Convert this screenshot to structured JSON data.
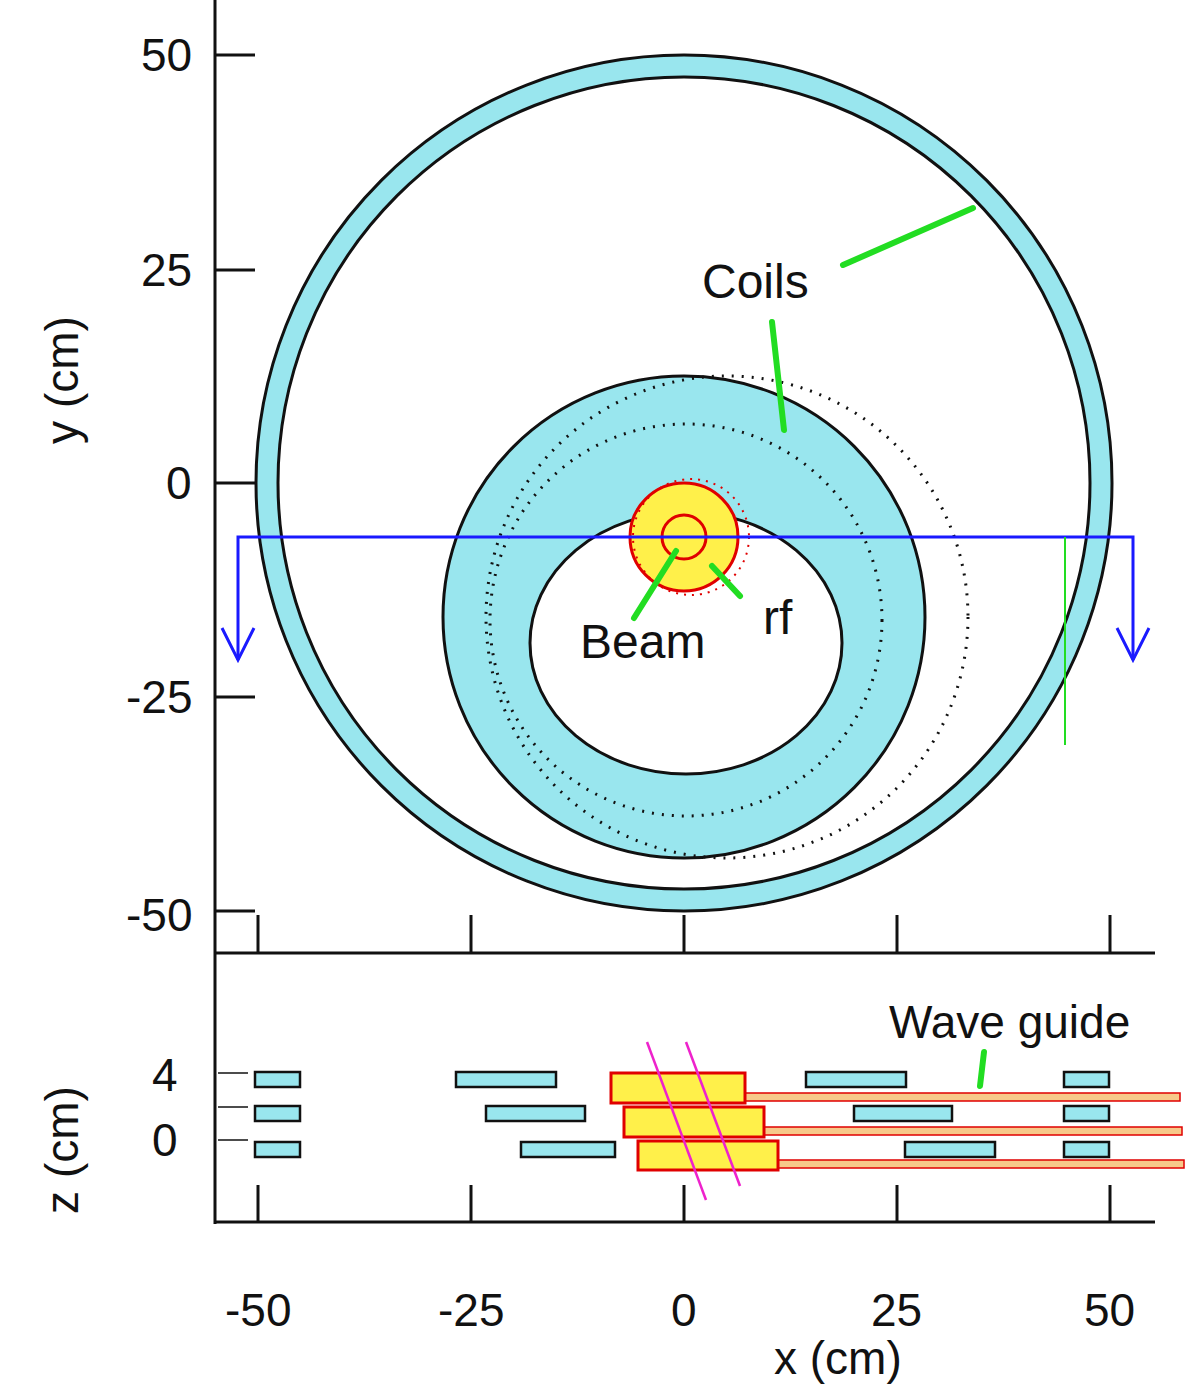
{
  "diagram": {
    "labels": [
      "50",
      "25",
      "0",
      "-25",
      "-50",
      "y (cm)",
      "Coils",
      "rf",
      "Beam",
      "Wave guide",
      "4",
      "0",
      "z (cm)",
      "-50",
      "-25",
      "0",
      "25",
      "50",
      "x (cm)"
    ]
  }
}
